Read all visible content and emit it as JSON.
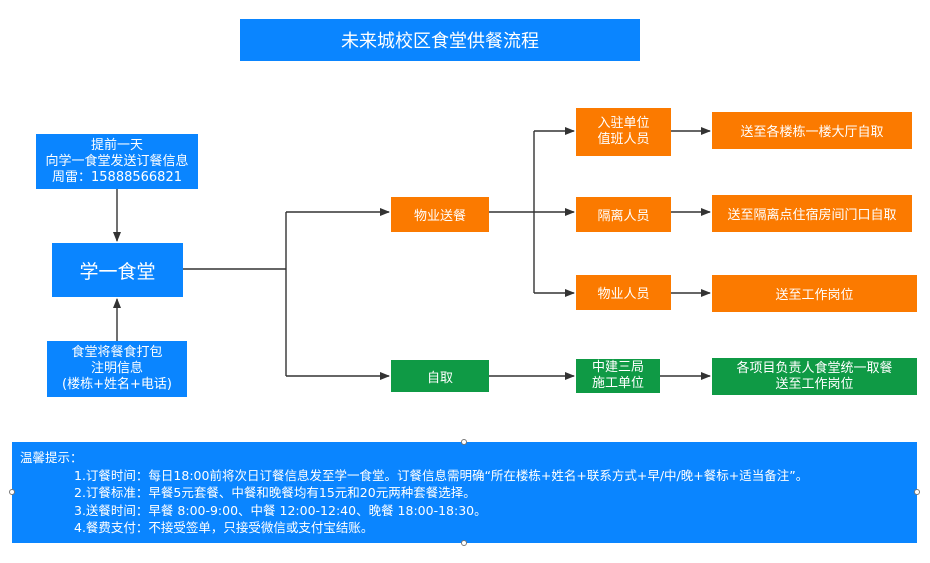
{
  "title": "未来城校区食堂供餐流程",
  "nodes": {
    "phone": "提前一天\n向学一食堂发送订餐信息\n周雷：15888566821",
    "canteen": "学一食堂",
    "pack": "食堂将餐食打包\n注明信息\n(楼栋+姓名+电话)",
    "property_delivery": "物业送餐",
    "self_pickup": "自取",
    "resident_unit": "入驻单位\n值班人员",
    "isolated": "隔离人员",
    "property_staff": "物业人员",
    "cjsj_unit": "中建三局\n施工单位",
    "dest_lobby": "送至各楼栋一楼大厅自取",
    "dest_isolation": "送至隔离点住宿房间门口自取",
    "dest_post": "送至工作岗位",
    "dest_project": "各项目负责人食堂统一取餐\n送至工作岗位"
  },
  "notice": {
    "heading": "温馨提示：",
    "items": [
      "1.订餐时间：每日18:00前将次日订餐信息发至学一食堂。订餐信息需明确“所在楼栋+姓名+联系方式+早/中/晚+餐标+适当备注”。",
      "2.订餐标准：早餐5元套餐、中餐和晚餐均有15元和20元两种套餐选择。",
      "3.送餐时间：早餐 8:00-9:00、中餐 12:00-12:40、晚餐 18:00-18:30。",
      "4.餐费支付：不接受签单，只接受微信或支付宝结账。"
    ]
  },
  "colors": {
    "blue": "#0a85ff",
    "orange": "#fb7a00",
    "green": "#0f9a45",
    "line": "#333333"
  }
}
